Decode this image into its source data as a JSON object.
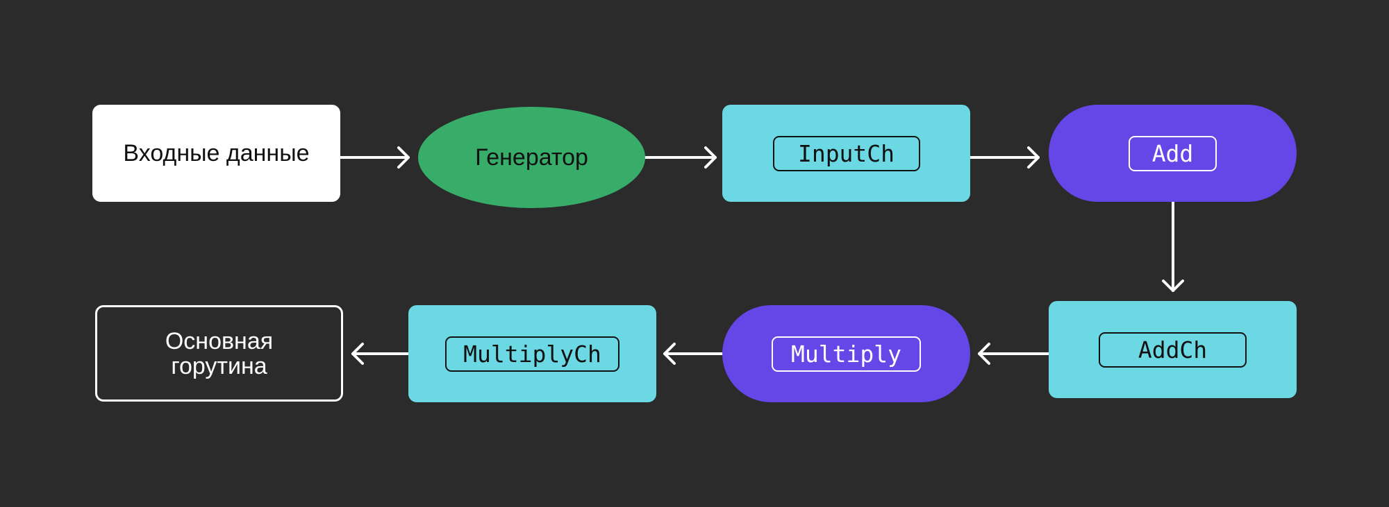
{
  "nodes": {
    "input_data": "Входные данные",
    "generator": "Генератор",
    "input_ch": "InputCh",
    "add": "Add",
    "add_ch": "AddCh",
    "multiply": "Multiply",
    "multiply_ch": "MultiplyCh",
    "main_goroutine": {
      "line1": "Основная",
      "line2": "горутина"
    }
  },
  "colors": {
    "background": "#2b2b2b",
    "white_box": "#ffffff",
    "generator_green": "#38ad69",
    "channel_cyan": "#6cd8e3",
    "function_purple": "#6547e8",
    "arrow": "#ffffff"
  },
  "edges": [
    {
      "from": "input_data",
      "to": "generator"
    },
    {
      "from": "generator",
      "to": "input_ch"
    },
    {
      "from": "input_ch",
      "to": "add"
    },
    {
      "from": "add",
      "to": "add_ch"
    },
    {
      "from": "add_ch",
      "to": "multiply"
    },
    {
      "from": "multiply",
      "to": "multiply_ch"
    },
    {
      "from": "multiply_ch",
      "to": "main_goroutine"
    }
  ]
}
